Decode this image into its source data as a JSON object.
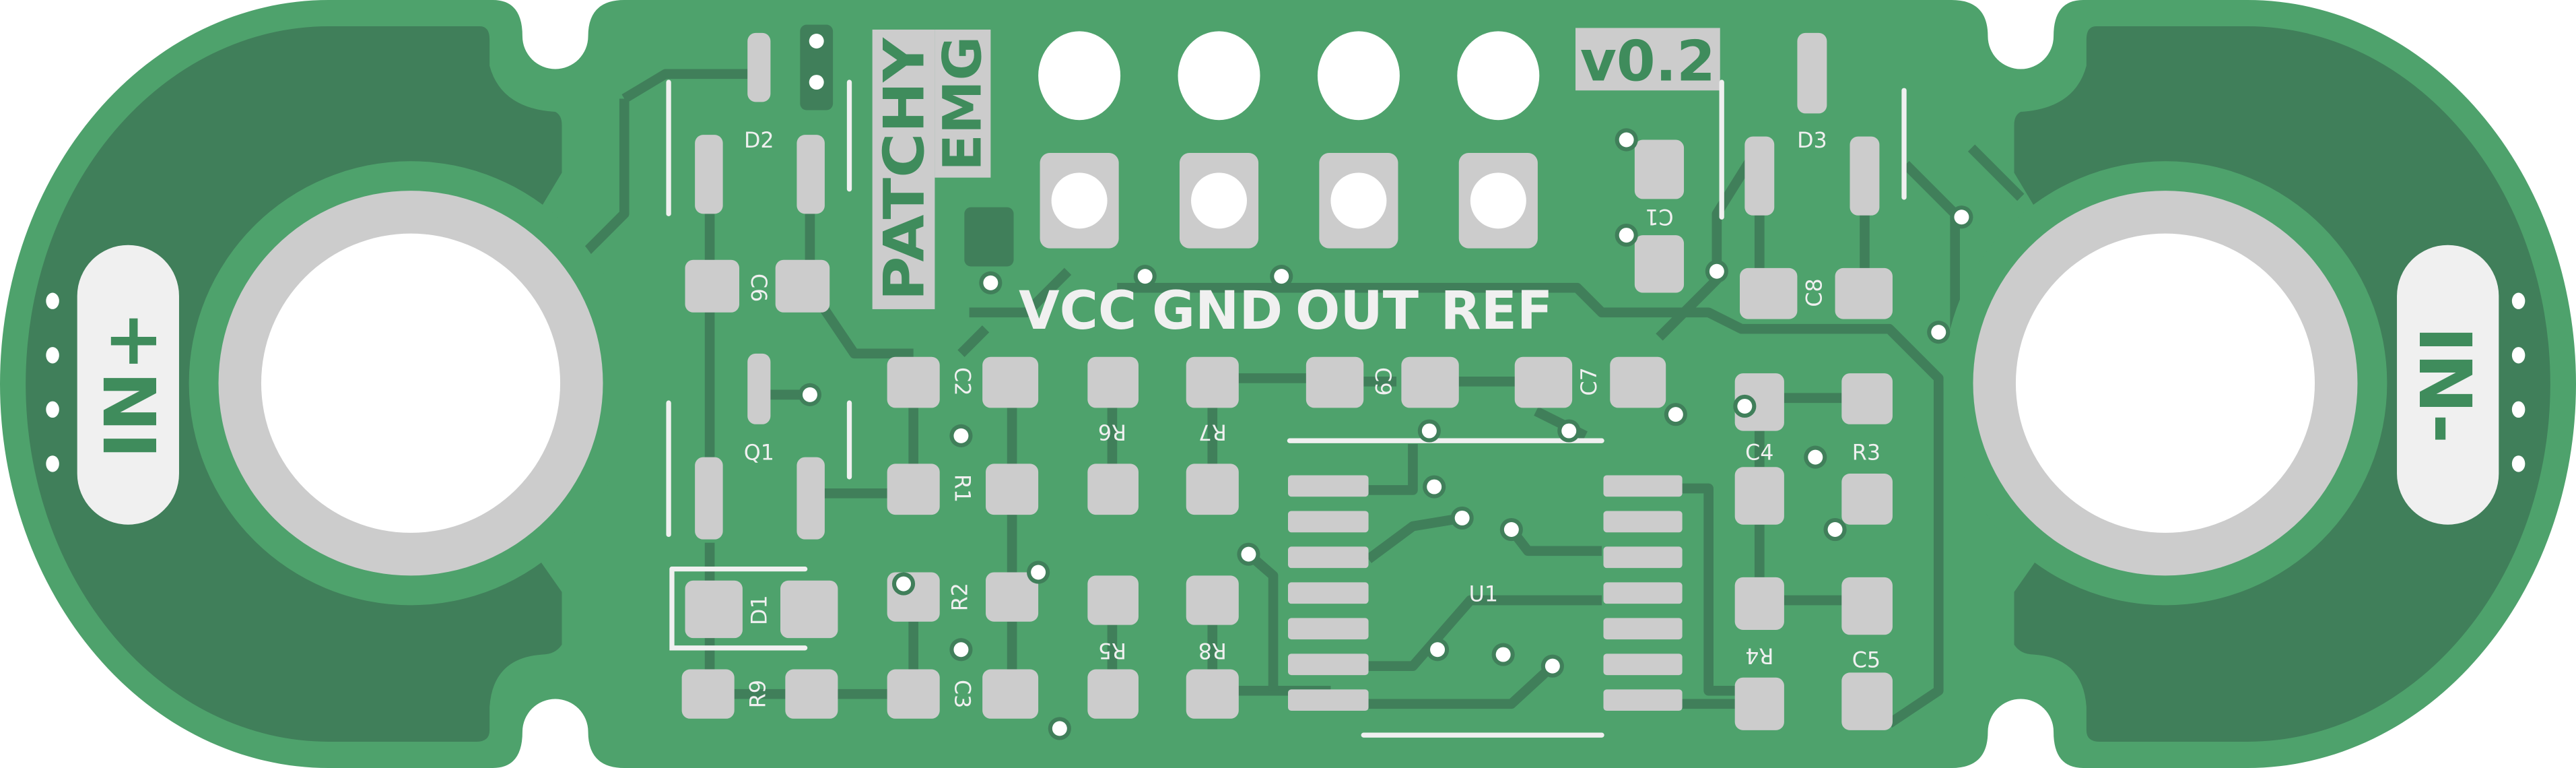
{
  "board": {
    "title_line1": "PATCHY",
    "title_line2": "EMG",
    "version": "v0.2",
    "header_labels": [
      "VCC",
      "GND",
      "OUT",
      "REF"
    ],
    "left_electrode_label": "IN+",
    "right_electrode_label": "IN-"
  },
  "components": {
    "D2": "D2",
    "C6": "C6",
    "Q1": "Q1",
    "D1": "D1",
    "R9": "R9",
    "C2": "C2",
    "R1": "R1",
    "R2": "R2",
    "C3": "C3",
    "R6": "R6",
    "R7": "R7",
    "R5": "R5",
    "R8": "R8",
    "C9": "C9",
    "C7": "C7",
    "U1": "U1",
    "C1": "C1",
    "D3": "D3",
    "C8": "C8",
    "C4": "C4",
    "R3": "R3",
    "R4": "R4",
    "C5": "C5"
  },
  "colors": {
    "board": "#4ea26c",
    "copper_pour": "#407f5a",
    "pad": "#cccccc",
    "silkscreen": "#f0f0f0",
    "hole": "#ffffff",
    "logo_text": "#3f8c5c"
  }
}
